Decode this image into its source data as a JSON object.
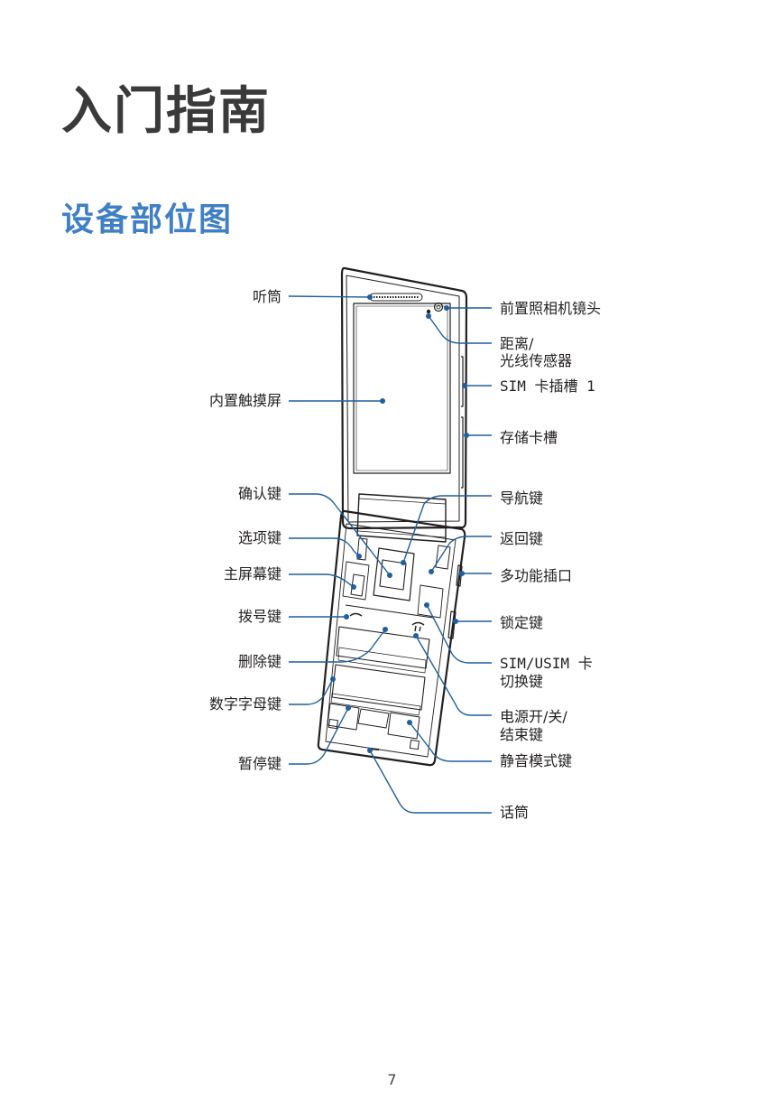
{
  "chapter_title": "入门指南",
  "section_title": "设备部位图",
  "labels_left": {
    "earpiece": "听筒",
    "inner_touchscreen": "内置触摸屏",
    "confirm_key": "确认键",
    "options_key": "选项键",
    "home_key": "主屏幕键",
    "dial_key": "拨号键",
    "delete_key": "删除键",
    "alphanumeric_keys": "数字字母键",
    "pause_key": "暂停键"
  },
  "labels_right": {
    "front_camera": "前置照相机镜头",
    "proximity_sensor_line1": "距离/",
    "proximity_sensor_line2": "光线传感器",
    "sim_slot_1": "SIM 卡插槽 1",
    "memory_card_slot": "存储卡槽",
    "navigation_key": "导航键",
    "back_key": "返回键",
    "multipurpose_jack": "多功能插口",
    "lock_key": "锁定键",
    "sim_switch_line1": "SIM/USIM 卡",
    "sim_switch_line2": "切换键",
    "power_key_line1": "电源开/关/",
    "power_key_line2": "结束键",
    "silent_mode_key": "静音模式键",
    "microphone": "话筒"
  },
  "page_number": "7",
  "colors": {
    "heading": "#3a3a3a",
    "section_heading": "#3f7fc5",
    "callout": "#1f5f9e",
    "outline": "#231f20"
  }
}
